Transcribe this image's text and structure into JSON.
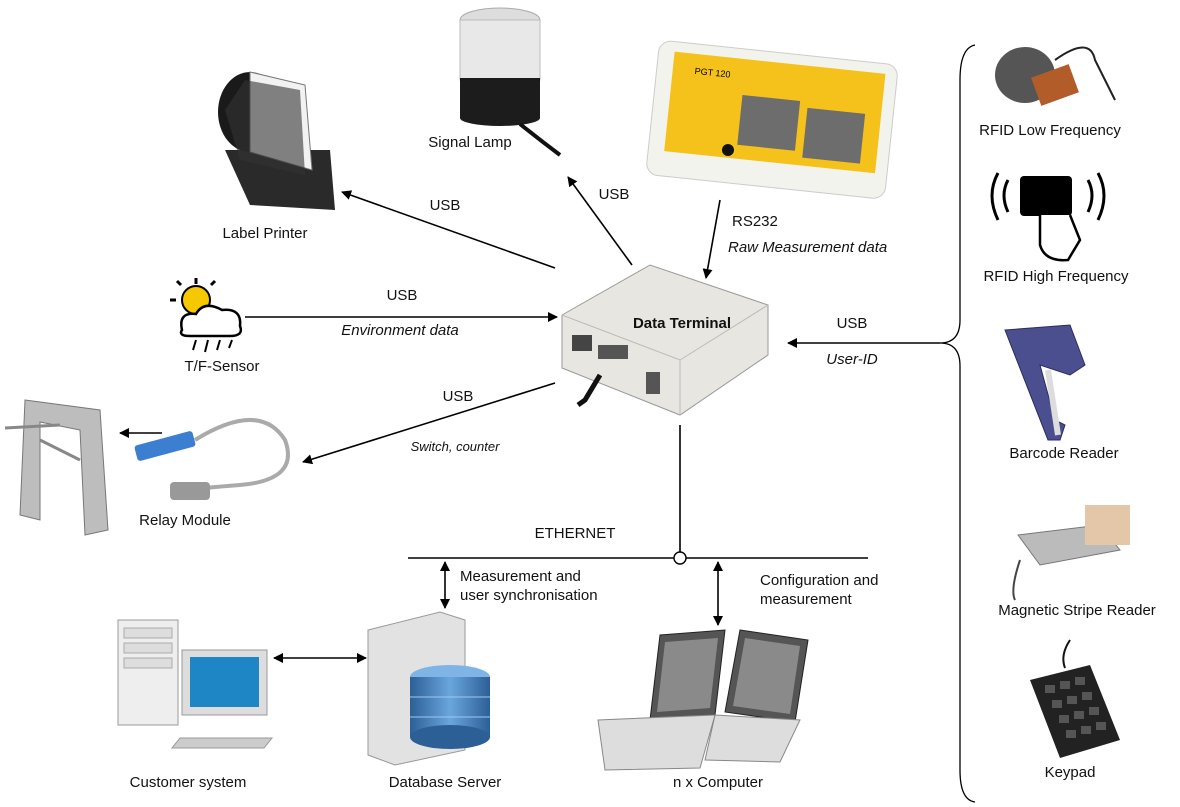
{
  "title": "",
  "devices": {
    "label_printer": "Label Printer",
    "signal_lamp": "Signal Lamp",
    "pgt_device_label": "PGT 120",
    "tf_sensor": "T/F-Sensor",
    "data_terminal": "Data Terminal",
    "relay_module": "Relay Module",
    "customer_system": "Customer system",
    "database_server": "Database Server",
    "computers": "n x Computer"
  },
  "inputs": {
    "rfid_lf": "RFID Low Frequency",
    "rfid_hf": "RFID High Frequency",
    "barcode": "Barcode Reader",
    "magstripe": "Magnetic Stripe Reader",
    "keypad": "Keypad"
  },
  "connections": {
    "printer_usb": "USB",
    "lamp_usb": "USB",
    "pgt_rs232": "RS232",
    "pgt_data": "Raw Measurement data",
    "sensor_usb": "USB",
    "sensor_data": "Environment data",
    "user_usb": "USB",
    "user_data": "User-ID",
    "relay_usb": "USB",
    "relay_data": "Switch, counter",
    "ethernet": "ETHERNET",
    "db_sync_1": "Measurement and",
    "db_sync_2": "user synchronisation",
    "pc_config_1": "Configuration and",
    "pc_config_2": "measurement"
  },
  "colors": {
    "line": "#000000",
    "terminal_body": "#e8e6e0",
    "pgt_yellow": "#f5c21b",
    "db_blue": "#3a78b8"
  }
}
